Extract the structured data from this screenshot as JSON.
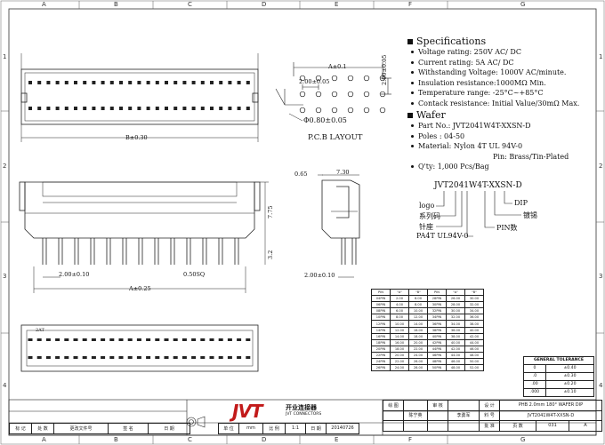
{
  "zones": {
    "columns": [
      "A",
      "B",
      "C",
      "D",
      "E",
      "F",
      "G"
    ],
    "rows": [
      "1",
      "2",
      "3",
      "4"
    ]
  },
  "specs": {
    "title": "Specifications",
    "items": [
      "Voltage rating: 250V AC/ DC",
      "Current rating: 5A AC/ DC",
      "Withstanding Voltage: 1000V AC/minute.",
      "Insulation resistance:1000MΩ Min.",
      "Temperature range: -25°C~+85°C",
      "Contack resistance: Initial Value/30mΩ Max."
    ]
  },
  "wafer": {
    "title": "Wafer",
    "part_no": "Part No.: JVT2041W4T-XXSN-D",
    "poles": "Poles : 04-50",
    "material": "Material: Nylon 4T UL 94V-0",
    "pin": "Pin: Brass/Tin-Plated",
    "qty": "Q'ty: 1,000 Pcs/Bag"
  },
  "part_naming": {
    "code": "JVT2041W4T-XXSN-D",
    "logo": "logo",
    "series": "系列码",
    "header": "针座",
    "material": "PA4T UL94V-0",
    "pins": "PIN数",
    "plating": "镀锡",
    "dip": "DIP"
  },
  "dims": {
    "top_a": "A±0.1",
    "top_b": "B±0.30",
    "pcb_pitch_x": "2.00±0.05",
    "pcb_pitch_y": "2.00±0.05",
    "pcb_hole": "Φ0.80±0.05",
    "pcb_title": "P.C.B LAYOUT",
    "side_065": "0.65",
    "side_730": "7.30",
    "front_775": "7.75",
    "front_32": "3.2",
    "front_pitch": "2.00±0.10",
    "front_pin": "0.50SQ",
    "front_a": "A±0.25",
    "side_pitch": "2.00±0.10",
    "bottom_label": "2AT"
  },
  "pin_table": {
    "headers": [
      "PIN",
      "\"A\"",
      "\"B\"",
      "PIN",
      "\"A\"",
      "\"B\""
    ],
    "rows": [
      [
        "04PIN",
        "2.00",
        "6.00",
        "28PIN",
        "26.00",
        "30.00"
      ],
      [
        "06PIN",
        "4.00",
        "8.00",
        "30PIN",
        "28.00",
        "32.00"
      ],
      [
        "08PIN",
        "6.00",
        "10.00",
        "32PIN",
        "30.00",
        "34.00"
      ],
      [
        "10PIN",
        "8.00",
        "12.00",
        "34PIN",
        "32.00",
        "36.00"
      ],
      [
        "12PIN",
        "10.00",
        "14.00",
        "36PIN",
        "34.00",
        "38.00"
      ],
      [
        "14PIN",
        "12.00",
        "16.00",
        "38PIN",
        "36.00",
        "40.00"
      ],
      [
        "16PIN",
        "14.00",
        "18.00",
        "40PIN",
        "38.00",
        "42.00"
      ],
      [
        "18PIN",
        "16.00",
        "20.00",
        "42PIN",
        "40.00",
        "44.00"
      ],
      [
        "20PIN",
        "18.00",
        "22.00",
        "44PIN",
        "42.00",
        "46.00"
      ],
      [
        "22PIN",
        "20.00",
        "24.00",
        "46PIN",
        "44.00",
        "48.00"
      ],
      [
        "24PIN",
        "22.00",
        "26.00",
        "48PIN",
        "46.00",
        "50.00"
      ],
      [
        "26PIN",
        "24.00",
        "28.00",
        "50PIN",
        "48.00",
        "52.00"
      ]
    ]
  },
  "tolerance": {
    "title": "GENERAL TOLERANCE",
    "rows": [
      [
        "0",
        "±0.40"
      ],
      [
        ".0",
        "±0.30"
      ],
      [
        ".00",
        "±0.20"
      ],
      [
        ".000",
        "±0.10"
      ]
    ]
  },
  "title_block": {
    "company_cn": "开业连接器",
    "company_en": "JVT CONNECTORS",
    "logo": "JVT",
    "description": "PHB 2.0mm 180° WAFER DIP",
    "part": "JVT2041W4T-XXSN-D",
    "drawn_label": "绘 图",
    "check_label": "审 核",
    "design_label": "设 计",
    "approve_label": "批 准",
    "drawn_by": "陈宁英",
    "checked_by": "李勇军",
    "part_label": "料 号",
    "page_label": "页 数",
    "page": "031",
    "version_label": "版 本",
    "version": "A",
    "unit_label": "单 位",
    "unit": "mm",
    "scale_label": "比 例",
    "scale": "1:1",
    "date_label": "日 期",
    "date": "20140726",
    "rev_label": "标 记",
    "rev_count_label": "处 数",
    "rev_doc_label": "更改文件号",
    "sign_label": "签 名",
    "rev_date_label": "日 期"
  }
}
